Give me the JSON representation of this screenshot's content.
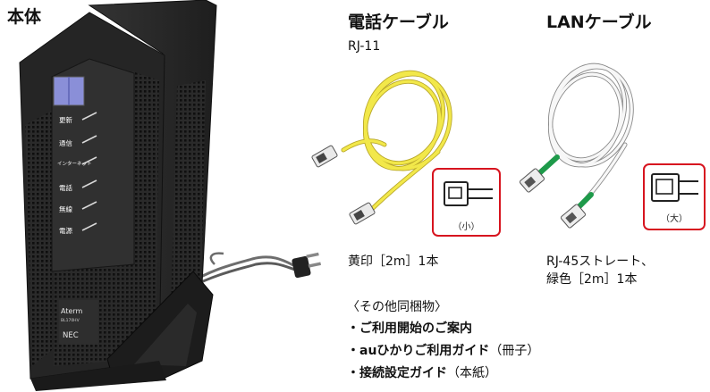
{
  "main_unit": {
    "label": "本体",
    "buttons": [
      "更新",
      "通信",
      "インターネット",
      "電話",
      "無線",
      "電源"
    ],
    "brand": "Aterm",
    "model": "BL170HV",
    "maker": "NEC"
  },
  "phone_cable": {
    "title": "電話ケーブル",
    "subtitle": "RJ-11",
    "zoom_caption": "（小）",
    "description": "黄印［2m］1本",
    "cord_color": "#f2e84a"
  },
  "lan_cable": {
    "title": "LANケーブル",
    "zoom_caption": "（大）",
    "description_line1": "RJ-45ストレート、",
    "description_line2": "緑色［2m］1本",
    "accent_color": "#1e9a4a"
  },
  "other_items": {
    "heading": "〈その他同梱物〉",
    "item1": "・ご利用開始のご案内",
    "item2_bold": "・auひかりご利用ガイド",
    "item2_note": "（冊子）",
    "item3_bold": "・接続設定ガイド",
    "item3_note": "（本紙）"
  },
  "colors": {
    "device_body": "#2b2b2b",
    "callout_border": "#d7141f",
    "indicator_panel": "#8a8fd8"
  }
}
